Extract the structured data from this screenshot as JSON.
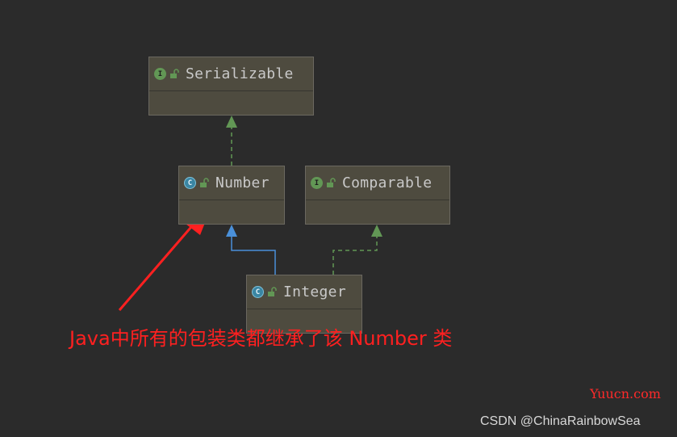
{
  "colors": {
    "background": "#2b2b2b",
    "node_fill": "#4e4b3f",
    "interface_badge": "#629755",
    "class_badge": "#3a86a3",
    "implements_edge": "#629755",
    "extends_edge": "#4a90d9",
    "annotation": "#ff2020"
  },
  "nodes": {
    "serializable": {
      "name": "Serializable",
      "kind": "interface",
      "badge": "I"
    },
    "number": {
      "name": "Number",
      "kind": "abstract-class",
      "badge": "C"
    },
    "comparable": {
      "name": "Comparable",
      "kind": "interface",
      "badge": "I"
    },
    "integer": {
      "name": "Integer",
      "kind": "class",
      "badge": "C"
    }
  },
  "edges": [
    {
      "from": "Number",
      "to": "Serializable",
      "type": "implements"
    },
    {
      "from": "Integer",
      "to": "Number",
      "type": "extends"
    },
    {
      "from": "Integer",
      "to": "Comparable",
      "type": "implements"
    }
  ],
  "annotation": {
    "text": "Java中所有的包装类都继承了该 Number 类"
  },
  "watermarks": {
    "site": "Yuucn.com",
    "author": "CSDN @ChinaRainbowSea"
  }
}
